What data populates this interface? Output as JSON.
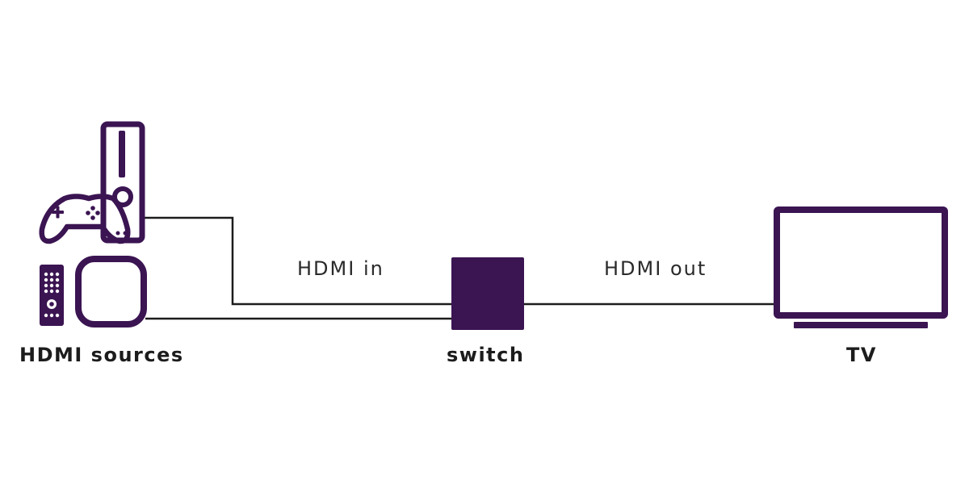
{
  "colors": {
    "brand": "#3b1452",
    "cable": "#1c1c1c",
    "text": "#1c1c1c",
    "background": "#ffffff"
  },
  "labels": {
    "sources": "HDMI sources",
    "switch": "switch",
    "tv": "TV",
    "hdmi_in": "HDMI in",
    "hdmi_out": "HDMI out"
  },
  "icons": {
    "console": "game-console-icon",
    "controller": "gamepad-icon",
    "remote": "remote-control-icon",
    "streamer": "streaming-box-icon",
    "switch": "hdmi-switch-icon",
    "tv": "television-icon"
  }
}
